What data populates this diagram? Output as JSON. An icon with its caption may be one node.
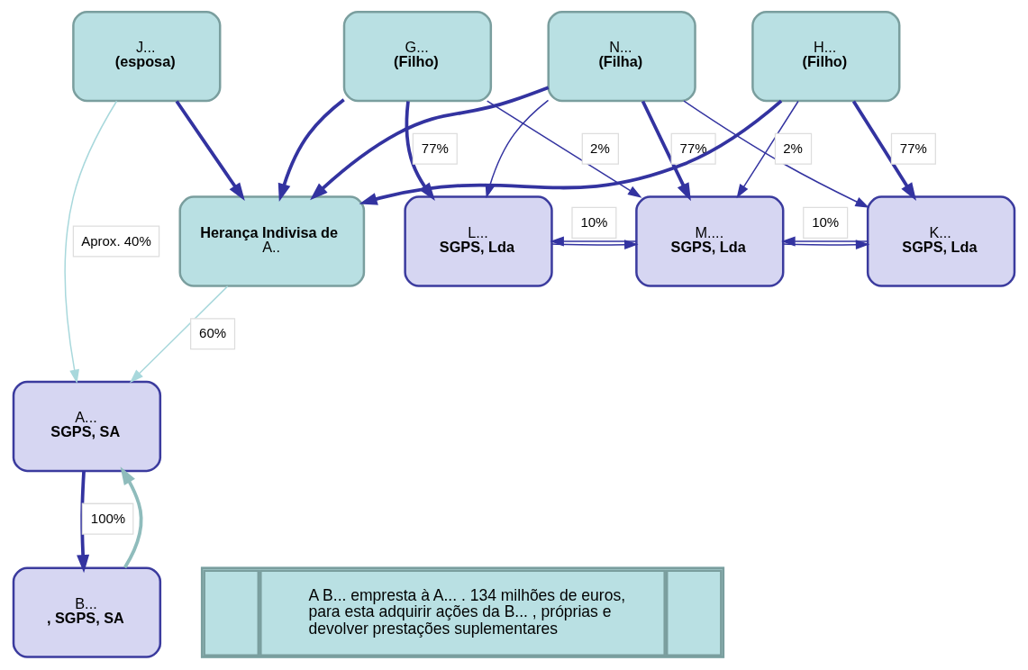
{
  "diagram": {
    "nodes": [
      {
        "text": [
          "J...",
          "(esposa)"
        ]
      },
      {
        "text": [
          "G...",
          "(Filho)"
        ]
      },
      {
        "text": [
          "N...",
          "(Filha)"
        ]
      },
      {
        "text": [
          "H...",
          "(Filho)"
        ]
      },
      {
        "text": [
          "Herança Indivisa de",
          "A.."
        ]
      },
      {
        "text": [
          "L...",
          "SGPS, Lda"
        ]
      },
      {
        "text": [
          "M....",
          "SGPS, Lda"
        ]
      },
      {
        "text": [
          "K...",
          "SGPS, Lda"
        ]
      },
      {
        "text": [
          "A...",
          "SGPS, SA"
        ]
      },
      {
        "text": [
          "B...",
          ", SGPS, SA"
        ]
      },
      {
        "text": [
          "A B... empresta à A... . 134 milhões de euros, para esta adquirir ações da B... , próprias e devolver prestações suplementares"
        ]
      }
    ],
    "edges": [
      {
        "from": 0,
        "to": 4,
        "arrow": "to",
        "style": "thick"
      },
      {
        "from": 1,
        "to": 4,
        "arrow": "to",
        "style": "thick"
      },
      {
        "from": 2,
        "to": 4,
        "arrow": "to",
        "style": "thick"
      },
      {
        "from": 3,
        "to": 4,
        "arrow": "to",
        "style": "thick"
      },
      {
        "from": 1,
        "to": 5,
        "arrow": "to",
        "label": "77%",
        "style": "thick"
      },
      {
        "from": 1,
        "to": 6,
        "arrow": "to",
        "label": "2%"
      },
      {
        "from": 2,
        "to": 5,
        "arrow": "to"
      },
      {
        "from": 2,
        "to": 6,
        "arrow": "to",
        "label": "77%",
        "style": "thick"
      },
      {
        "from": 2,
        "to": 7,
        "arrow": "to"
      },
      {
        "from": 3,
        "to": 6,
        "arrow": "to",
        "label": "2%"
      },
      {
        "from": 3,
        "to": 7,
        "arrow": "to",
        "label": "77%",
        "style": "thick"
      },
      {
        "from": 5,
        "to": 6,
        "arrow": "to"
      },
      {
        "from": 6,
        "to": 5,
        "arrow": "to",
        "label": "10%"
      },
      {
        "from": 6,
        "to": 7,
        "arrow": "to"
      },
      {
        "from": 7,
        "to": 6,
        "arrow": "to",
        "label": "10%"
      },
      {
        "from": 0,
        "to": 8,
        "arrow": "to",
        "label": "Aprox. 40%",
        "color": "#a8d8dc"
      },
      {
        "from": 4,
        "to": 8,
        "arrow": "to",
        "label": "60%",
        "color": "#a8d8dc"
      },
      {
        "from": 8,
        "to": 9,
        "arrow": "to",
        "label": "100%",
        "style": "thick"
      },
      {
        "from": 9,
        "to": 8,
        "arrow": "to",
        "style": "thick",
        "color": "#8fbcbc"
      }
    ]
  }
}
